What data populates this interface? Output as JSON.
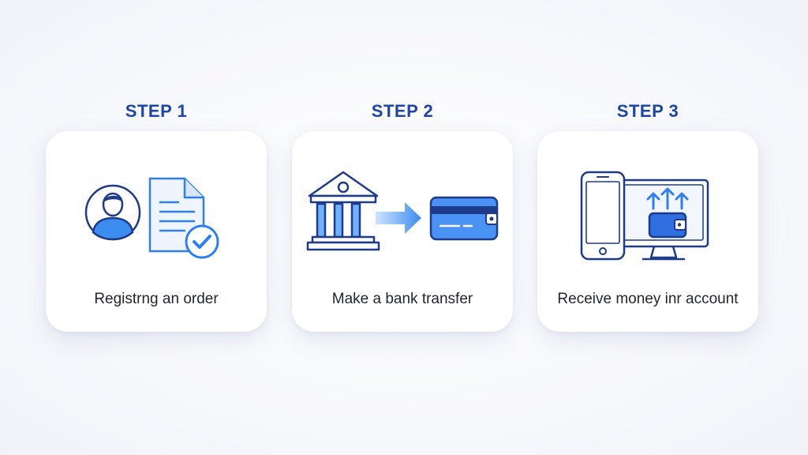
{
  "steps": [
    {
      "title": "STEP 1",
      "label": "Registrng an order",
      "icons": [
        "user-avatar-icon",
        "document-icon",
        "checkmark-badge-icon"
      ]
    },
    {
      "title": "STEP 2",
      "label": "Make a bank transfer",
      "icons": [
        "bank-building-icon",
        "arrow-right-icon",
        "credit-card-icon"
      ]
    },
    {
      "title": "STEP 3",
      "label": "Receive money inr account",
      "icons": [
        "smartphone-icon",
        "monitor-icon",
        "wallet-icon",
        "upload-arrows-icon"
      ]
    }
  ],
  "colors": {
    "title": "#1e46a8",
    "outline": "#1e3a8a",
    "accent": "#2f7ff0",
    "light_accent": "#6fb1ff",
    "label": "#1f2430"
  }
}
